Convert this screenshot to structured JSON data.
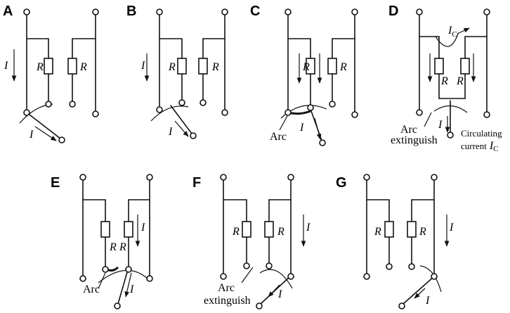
{
  "panels": [
    {
      "label": "A",
      "current": "I"
    },
    {
      "label": "B",
      "current": "I"
    },
    {
      "label": "C",
      "current": "I",
      "arc": "Arc"
    },
    {
      "label": "D",
      "current": "I",
      "arc": "Arc",
      "extinguish": "extinguish",
      "circulating": "Circulating",
      "circulating2": "current"
    },
    {
      "label": "E",
      "current": "I",
      "arc": "Arc"
    },
    {
      "label": "F",
      "current": "I",
      "arc": "Arc",
      "extinguish": "extinguish"
    },
    {
      "label": "G",
      "current": "I"
    }
  ],
  "symbols": {
    "resistor": "R",
    "current": "I",
    "circulating_current": "I",
    "circulating_subscript": "C"
  }
}
